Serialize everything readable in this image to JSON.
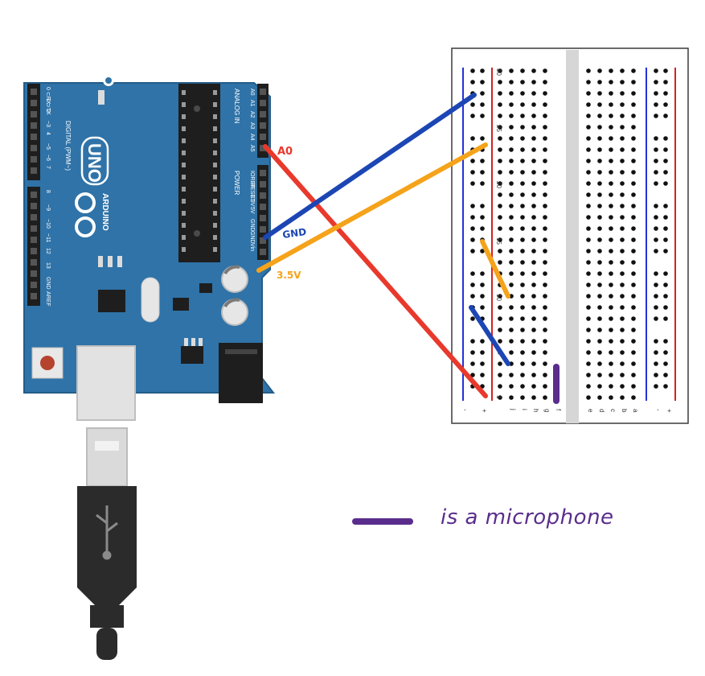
{
  "board": {
    "model_text": "UNO",
    "brand_text": "ARDUINO",
    "analog_header": "ANALOG IN",
    "power_header": "POWER",
    "digital_header": "DIGITAL (PWM~)",
    "top_pins": [
      "0 ⊂RX",
      "1 ⊃TX",
      "2",
      "~3",
      "4",
      "~5",
      "~6",
      "7"
    ],
    "bottom_pins": [
      "8",
      "~9",
      "~10",
      "~11",
      "12",
      "13",
      "GND",
      "AREF"
    ],
    "analog_pins": [
      "A0",
      "A1",
      "A2",
      "A3",
      "A4",
      "A5"
    ],
    "power_pins": [
      "IOREF",
      "RESET",
      "3.3V",
      "5V",
      "GND",
      "GND",
      "Vin"
    ]
  },
  "wire_labels": {
    "a0": "A0",
    "gnd": "GND",
    "v33": "3.5V"
  },
  "breadboard": {
    "row_numbers": [
      "30",
      "25",
      "20",
      "15",
      "10",
      "1"
    ],
    "column_letters_left": [
      "-",
      "+",
      "j",
      "i",
      "h",
      "g",
      "f"
    ],
    "column_letters_right": [
      "e",
      "d",
      "c",
      "b",
      "a",
      "-",
      "+"
    ]
  },
  "legend": {
    "text": "is a microphone"
  },
  "colors": {
    "board_blue": "#2f73a8",
    "wire_red": "#e8392c",
    "wire_blue": "#1c46b4",
    "wire_orange": "#f5a31a",
    "microphone_purple": "#5a2d8c",
    "rail_red": "#d42222",
    "rail_blue": "#2231d8"
  }
}
